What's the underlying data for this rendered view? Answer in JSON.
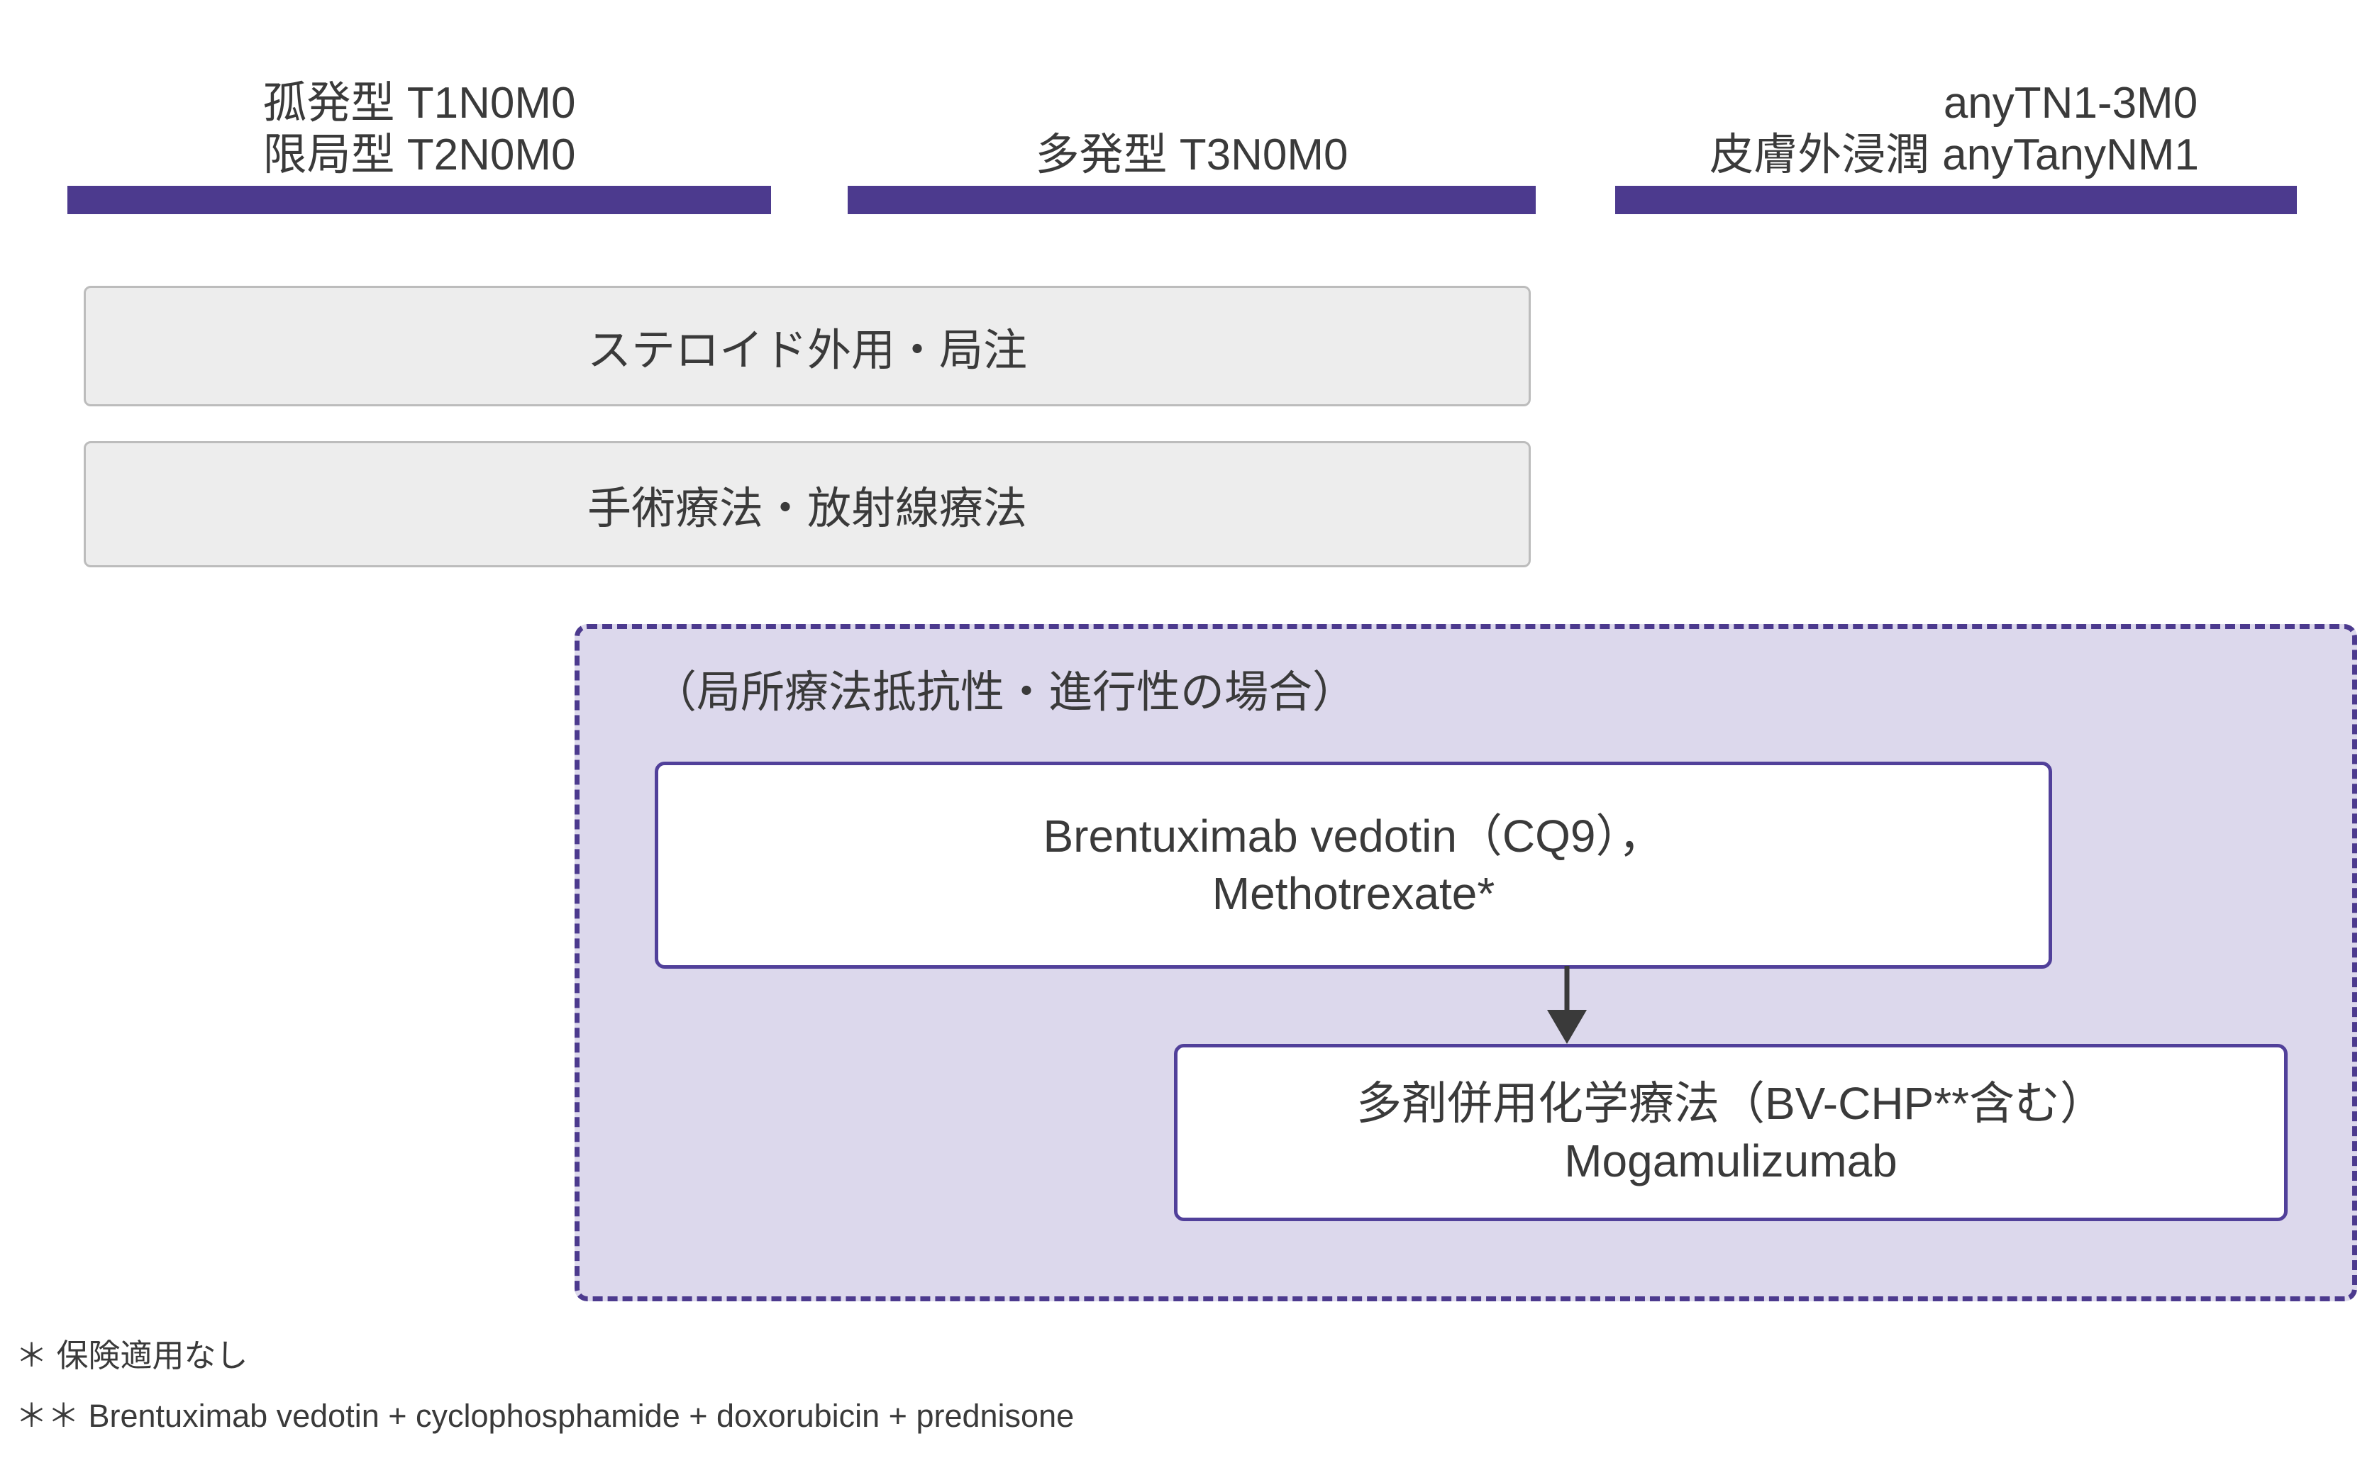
{
  "columns": [
    {
      "id": "solitary-localized",
      "lines": [
        "孤発型 T1N0M0",
        "限局型 T2N0M0"
      ]
    },
    {
      "id": "multifocal",
      "lines": [
        "多発型 T3N0M0"
      ]
    },
    {
      "id": "extracutaneous",
      "label_jp": "皮膚外浸潤",
      "lines": [
        "anyTN1-3M0",
        "anyTanyNM1"
      ]
    }
  ],
  "therapy_boxes": [
    {
      "id": "topical-steroid",
      "label": "ステロイド外用・局注"
    },
    {
      "id": "surgery-radiation",
      "label": "手術療法・放射線療法"
    }
  ],
  "refractory_region": {
    "title": "（局所療法抵抗性・進行性の場合）",
    "first_line_box": {
      "lines": [
        "Brentuximab vedotin（CQ9），",
        "Methotrexate*"
      ]
    },
    "second_line_box": {
      "lines": [
        "多剤併用化学療法（BV-CHP**含む）",
        "Mogamulizumab"
      ]
    }
  },
  "footnotes": [
    "＊ 保険適用なし",
    "＊＊ Brentuximab vedotin + cyclophosphamide + doxorubicin + prednisone"
  ],
  "colors": {
    "accent_purple": "#4c3a8e",
    "region_fill": "#dcd8ec",
    "box_border": "#51409a",
    "grey_fill": "#ededed",
    "grey_border": "#bcbcbc",
    "text": "#3a3a3a",
    "arrow": "#3a3a3a"
  }
}
